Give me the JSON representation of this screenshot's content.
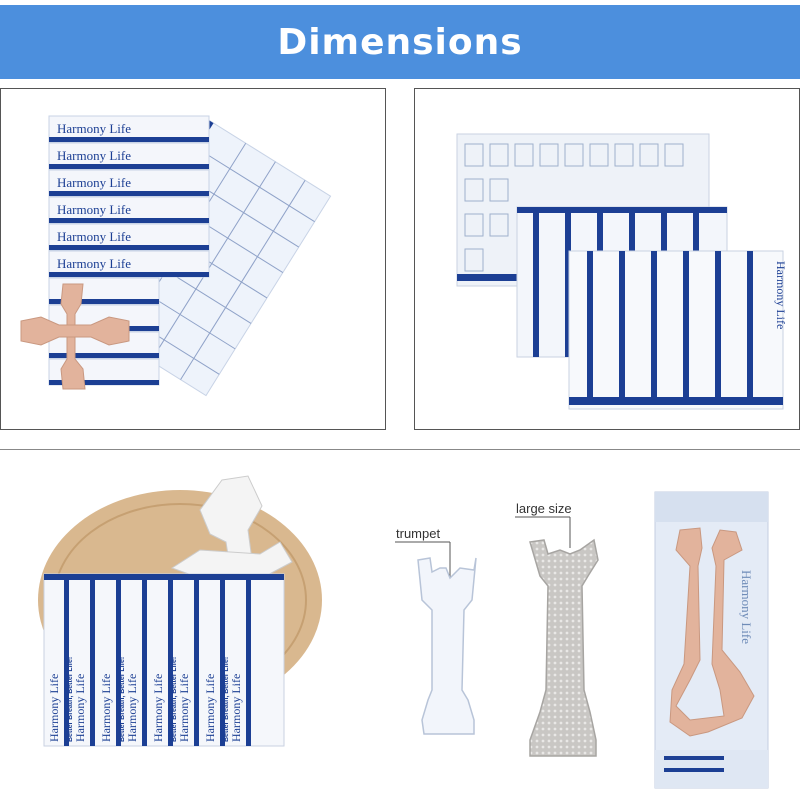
{
  "banner": {
    "title": "Dimensions",
    "color": "#4c8fdd"
  },
  "product": {
    "brand": "Harmony Life",
    "slogan": "Better Breath, Better Life!"
  },
  "callouts": {
    "trumpet": "trumpet",
    "large": "large size"
  },
  "colors": {
    "pack_blue": "#1c3f94",
    "strip_tan": "#e2b39c",
    "wood": "#d9b88f"
  }
}
